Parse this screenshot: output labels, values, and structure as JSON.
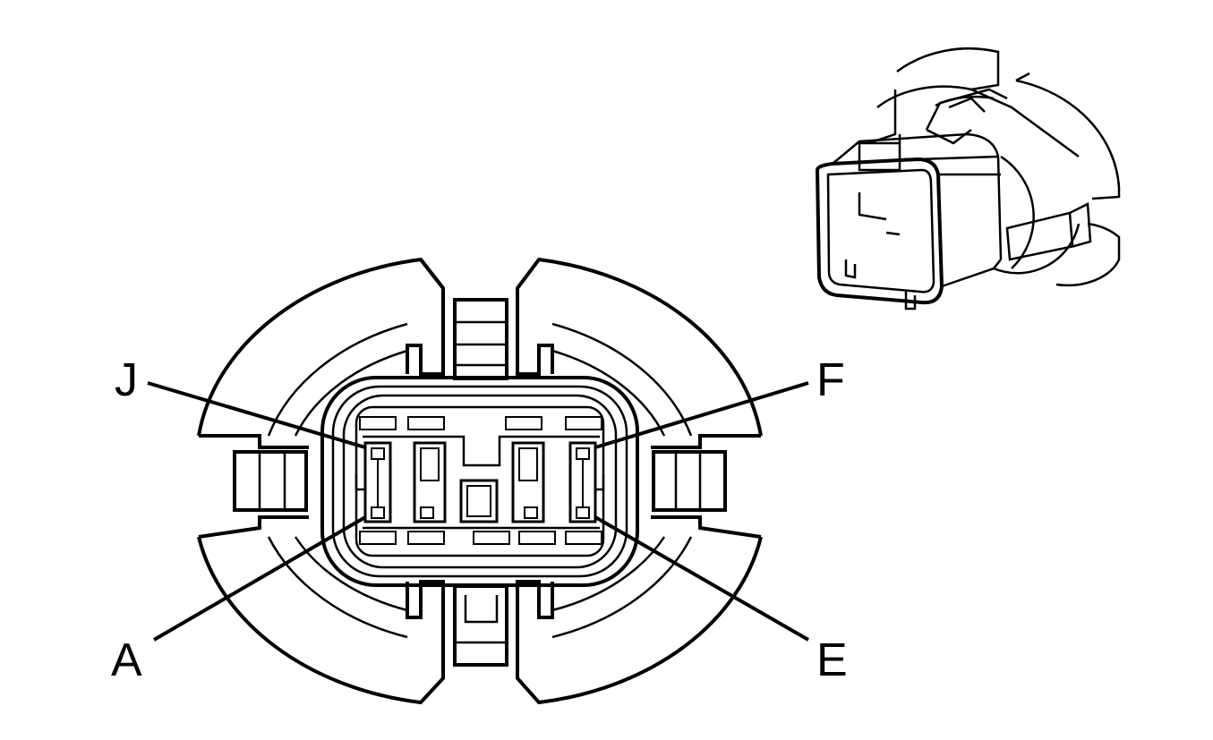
{
  "labels": {
    "pin_j": "J",
    "pin_f": "F",
    "pin_a": "A",
    "pin_e": "E"
  },
  "colors": {
    "line": "#000000",
    "background": "#ffffff"
  }
}
